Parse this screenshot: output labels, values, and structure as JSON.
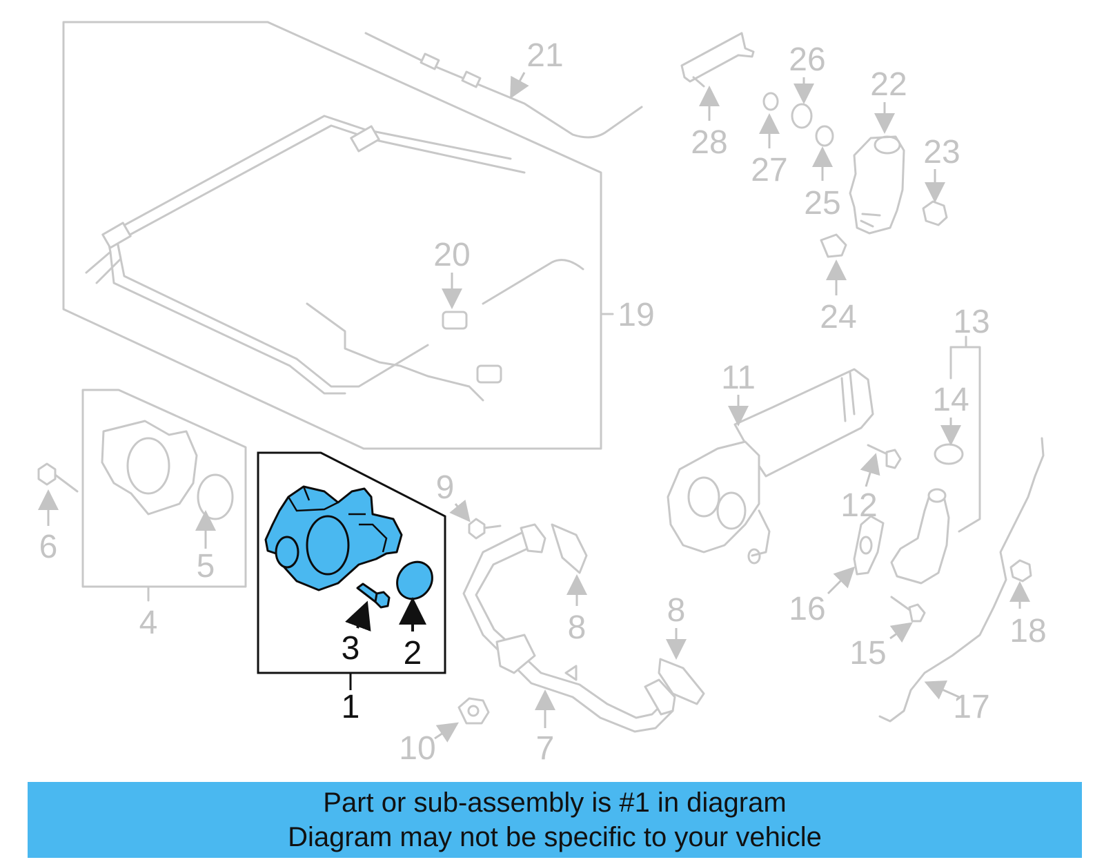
{
  "callouts": {
    "c1": "1",
    "c2": "2",
    "c3": "3",
    "c4": "4",
    "c5": "5",
    "c6": "6",
    "c7": "7",
    "c8a": "8",
    "c8b": "8",
    "c9": "9",
    "c10": "10",
    "c11": "11",
    "c12": "12",
    "c13": "13",
    "c14": "14",
    "c15": "15",
    "c16": "16",
    "c17": "17",
    "c18": "18",
    "c19": "19",
    "c20": "20",
    "c21": "21",
    "c22": "22",
    "c23": "23",
    "c24": "24",
    "c25": "25",
    "c26": "26",
    "c27": "27",
    "c28": "28"
  },
  "highlight": {
    "part": "1",
    "color": "#4ab8f0"
  },
  "banner": {
    "line1": "Part or sub-assembly is #1 in diagram",
    "line2": "Diagram may not be specific to your vehicle",
    "color": "#4ab8f0"
  }
}
